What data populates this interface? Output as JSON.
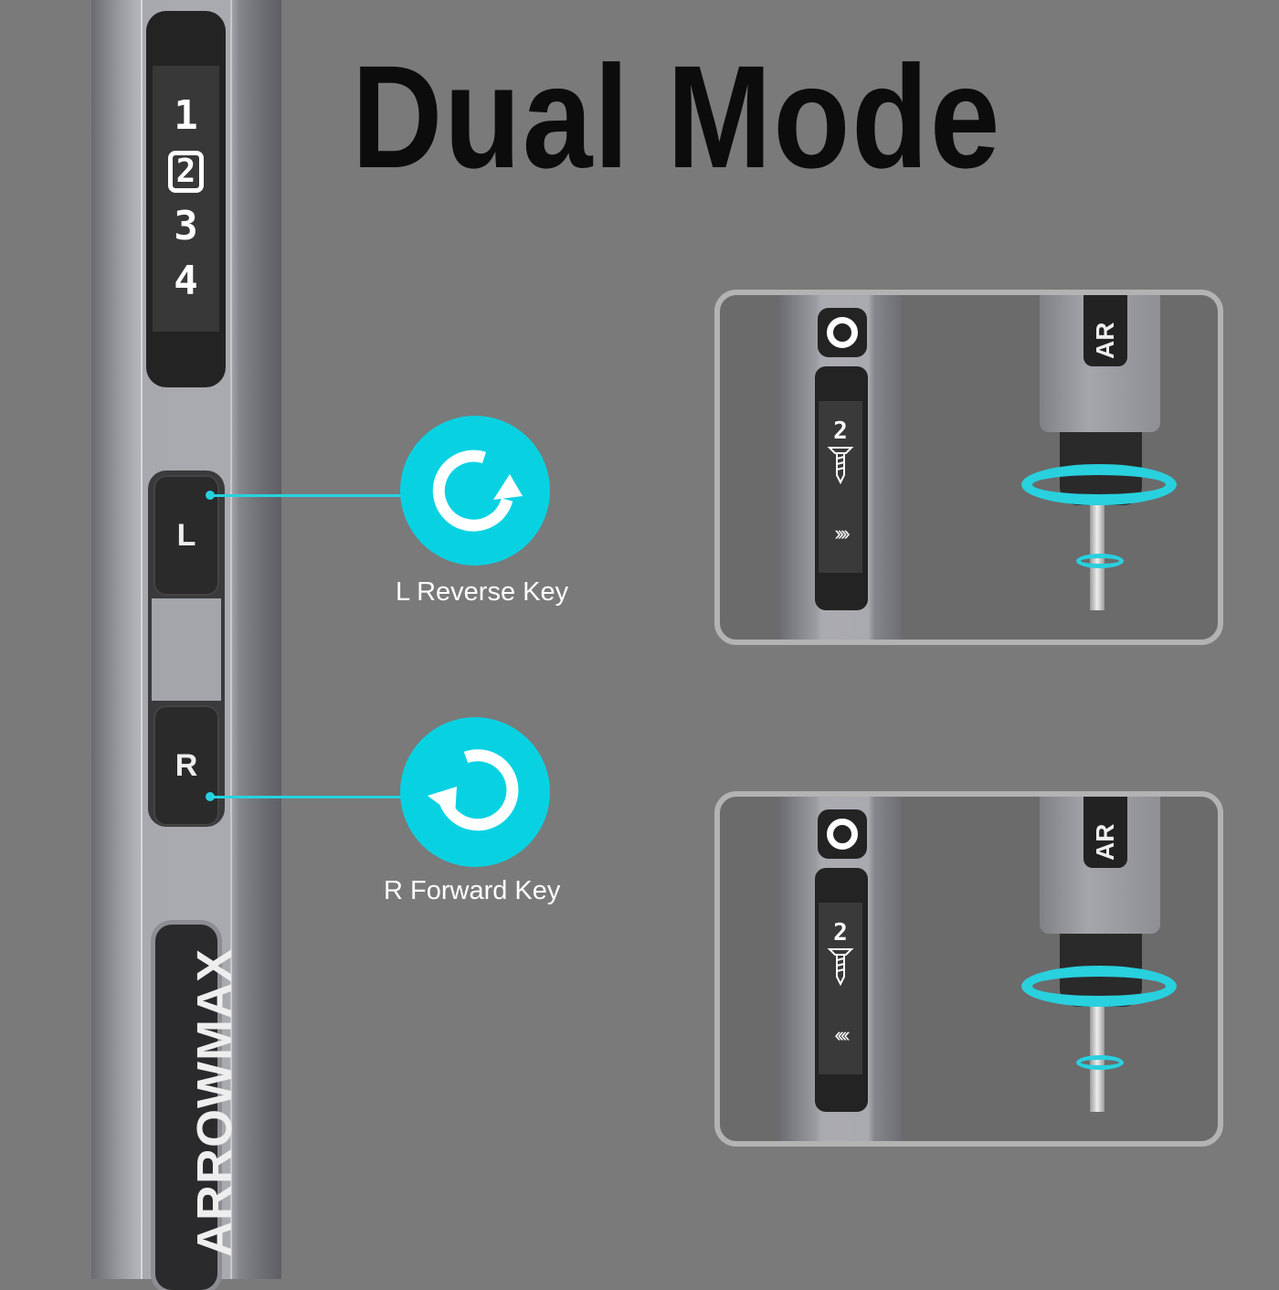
{
  "title": "Dual Mode",
  "device": {
    "speed_levels": [
      "1",
      "2",
      "3",
      "4"
    ],
    "selected_level": "2",
    "brand": "ARROWMAX",
    "keys": [
      {
        "key": "L",
        "label": "L Reverse Key",
        "icon": "rotate-counterclockwise-icon"
      },
      {
        "key": "R",
        "label": "R Forward Key",
        "icon": "rotate-clockwise-icon"
      }
    ]
  },
  "panels": [
    {
      "level": "2",
      "direction_arrows": "››››",
      "badge": "AR",
      "icon": "screw-icon"
    },
    {
      "level": "2",
      "direction_arrows": "‹‹‹‹",
      "badge": "AR",
      "icon": "screw-icon"
    }
  ],
  "colors": {
    "accent": "#08d2e2",
    "background": "#7a7a7a"
  }
}
